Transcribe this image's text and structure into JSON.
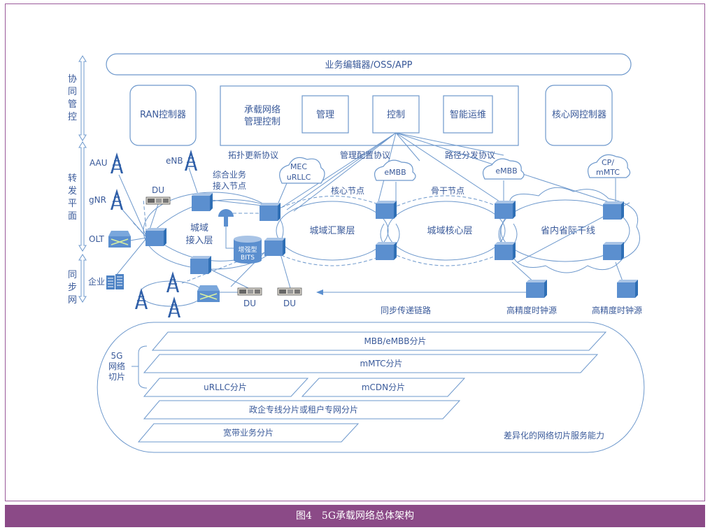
{
  "figure": {
    "caption_number": "图4",
    "caption_title": "5G承载网络总体架构",
    "colors": {
      "line": "#6d98cc",
      "node": "#5b8fcf",
      "text": "#3a5a9a",
      "caption_bg": "#8b4a87",
      "frame": "#9a5a9a"
    }
  },
  "layers": {
    "coordination": "协同管控",
    "forwarding": "转发平面",
    "sync": "同步网"
  },
  "top_bar": "业务编辑器/OSS/APP",
  "controllers": {
    "ran": "RAN控制器",
    "bearer_title_1": "承载网络",
    "bearer_title_2": "管理控制",
    "management": "管理",
    "control": "控制",
    "ops": "智能运维",
    "core": "核心网控制器"
  },
  "protocols": {
    "topology": "拓扑更新协议",
    "config": "管理配置协议",
    "path": "路径分发协议"
  },
  "access": {
    "aau": "AAU",
    "gnr": "gNR",
    "olt": "OLT",
    "enterprise": "企业",
    "enb": "eNB",
    "du": "DU",
    "integrated_node_1": "综合业务",
    "integrated_node_2": "接入节点",
    "metro_access_1": "城域",
    "metro_access_2": "接入层",
    "bits_1": "增强型",
    "bits_2": "BITS"
  },
  "clouds": {
    "mec_1": "MEC",
    "mec_2": "uRLLC",
    "embb_a": "eMBB",
    "embb_b": "eMBB",
    "cp_1": "CP/",
    "cp_2": "mMTC"
  },
  "rings": {
    "core_node": "核心节点",
    "backbone_node": "骨干节点",
    "aggregation": "城域汇聚层",
    "metro_core": "城域核心层",
    "trunk": "省内省际干线"
  },
  "sync": {
    "link": "同步传递链路",
    "clock_a": "高精度时钟源",
    "clock_b": "高精度时钟源"
  },
  "slices": {
    "label_1": "5G",
    "label_2": "网络",
    "label_3": "切片",
    "items": [
      "MBB/eMBB分片",
      "mMTC分片",
      "uRLLC分片",
      "mCDN分片",
      "政企专线分片或租户专网分片",
      "宽带业务分片"
    ],
    "capability": "差异化的网络切片服务能力"
  }
}
